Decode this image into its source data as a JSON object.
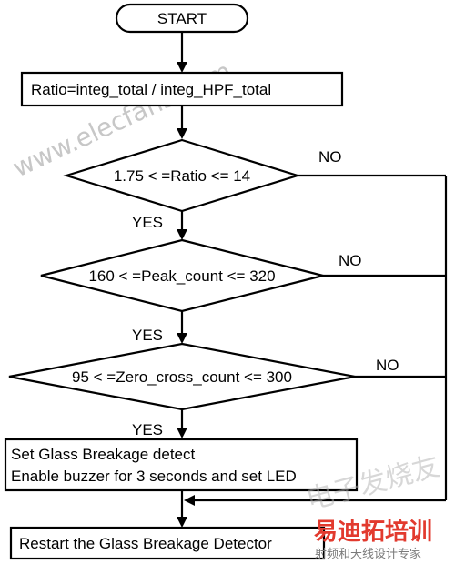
{
  "flowchart": {
    "start": "START",
    "ratio_step": "Ratio=integ_total / integ_HPF_total",
    "decision_ratio": "1.75 < =Ratio <= 14",
    "decision_peak": "160 < =Peak_count <= 320",
    "decision_zero": "95 < =Zero_cross_count <= 300",
    "action_line1": "Set Glass Breakage detect",
    "action_line2": "Enable buzzer for 3 seconds and set LED",
    "restart": "Restart the Glass Breakage Detector",
    "yes_label": "YES",
    "no_label": "NO"
  },
  "watermarks": {
    "site": "www.elecfans.com",
    "logo_cn": "电子发烧友",
    "logo_brand": "易迪拓培训",
    "logo_tagline": "射频和天线设计专家"
  },
  "colors": {
    "line": "#000000",
    "logo_red": "#e23a2e"
  }
}
